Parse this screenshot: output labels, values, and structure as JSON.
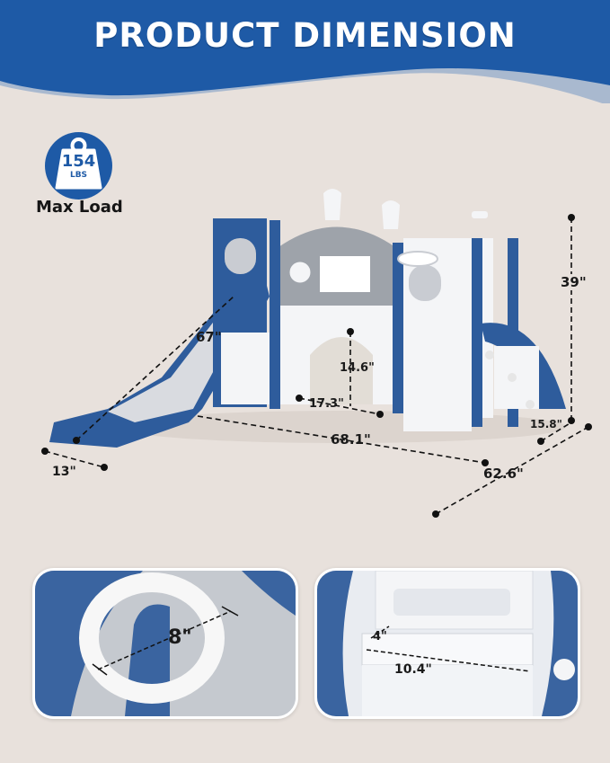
{
  "header": {
    "title": "PRODUCT DIMENSION",
    "background_color": "#1e5aa6",
    "accent_wave_color": "#a9b9cf"
  },
  "load_badge": {
    "icon": "weight-icon",
    "value": "154",
    "unit": "LBS",
    "label": "Max Load",
    "color": "#1e5aa6"
  },
  "product": {
    "description": "Toddler playset with slide, climbing stairs, basketball hoop, tunnel and steering wheel",
    "colors": {
      "primary": "#2e5c9c",
      "secondary": "#f4f5f7",
      "gray": "#9ea3aa"
    },
    "dimensions": {
      "slide_length": "67\"",
      "slide_width": "13\"",
      "total_length": "68.1\"",
      "total_width": "62.6\"",
      "height": "39\"",
      "stair_width": "15.8\"",
      "tunnel_height": "14.6\"",
      "tunnel_width": "17.3\""
    }
  },
  "details": [
    {
      "name": "basketball-hoop",
      "label": "8\""
    },
    {
      "name": "stair-step",
      "depth_label": "4\"",
      "width_label": "10.4\""
    }
  ]
}
